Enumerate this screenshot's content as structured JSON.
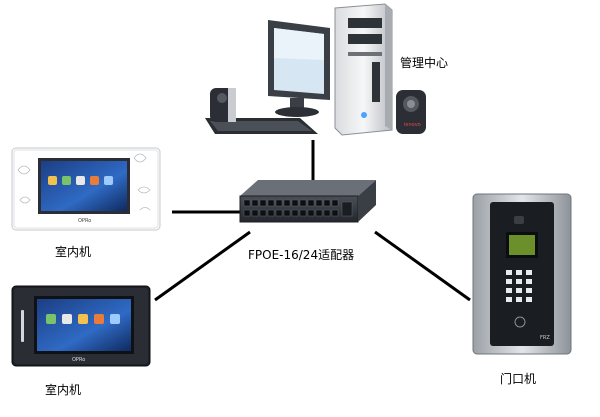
{
  "labels": {
    "management_center": "管理中心",
    "switch": "FPOE-16/24适配器",
    "indoor_unit_white": "室内机",
    "indoor_unit_black": "室内机",
    "door_unit": "门口机"
  },
  "device_screens": {
    "indoor_white_brand": "OPRo",
    "indoor_black_brand": "OPRo",
    "door_brand": "FRZ",
    "monitor_brand": "",
    "speaker_brand": "lenovo"
  }
}
